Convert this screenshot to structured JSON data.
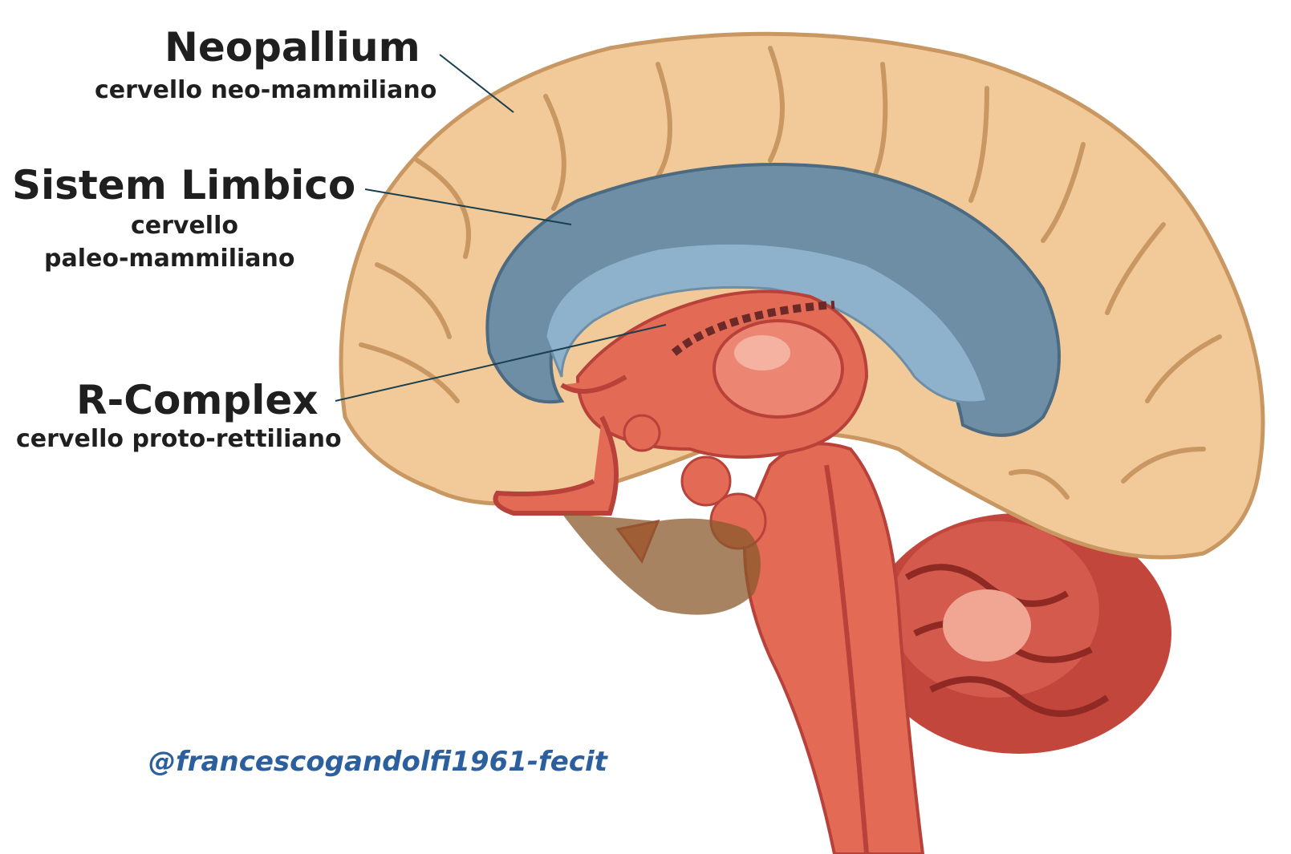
{
  "labels": {
    "neopallium": {
      "title": "Neopallium",
      "subtitle": "cervello neo-mammiliano"
    },
    "limbic": {
      "title": "Sistem Limbico",
      "subtitle_line1": "cervello",
      "subtitle_line2": "paleo-mammiliano"
    },
    "rcomplex": {
      "title": "R-Complex",
      "subtitle": "cervello proto-rettiliano"
    }
  },
  "credit": "@francescogandolfi1961-fecit",
  "colors": {
    "neopallium": "#f2c998",
    "neopallium_shadow": "#c99761",
    "limbic_outer": "#6e8ea6",
    "limbic_inner": "#8fb2cc",
    "reptilian": "#e36b55",
    "reptilian_dark": "#b8423a",
    "cerebellum": "#c2463b",
    "leader_line": "#1a3f4e",
    "credit": "#2c5f9e"
  }
}
